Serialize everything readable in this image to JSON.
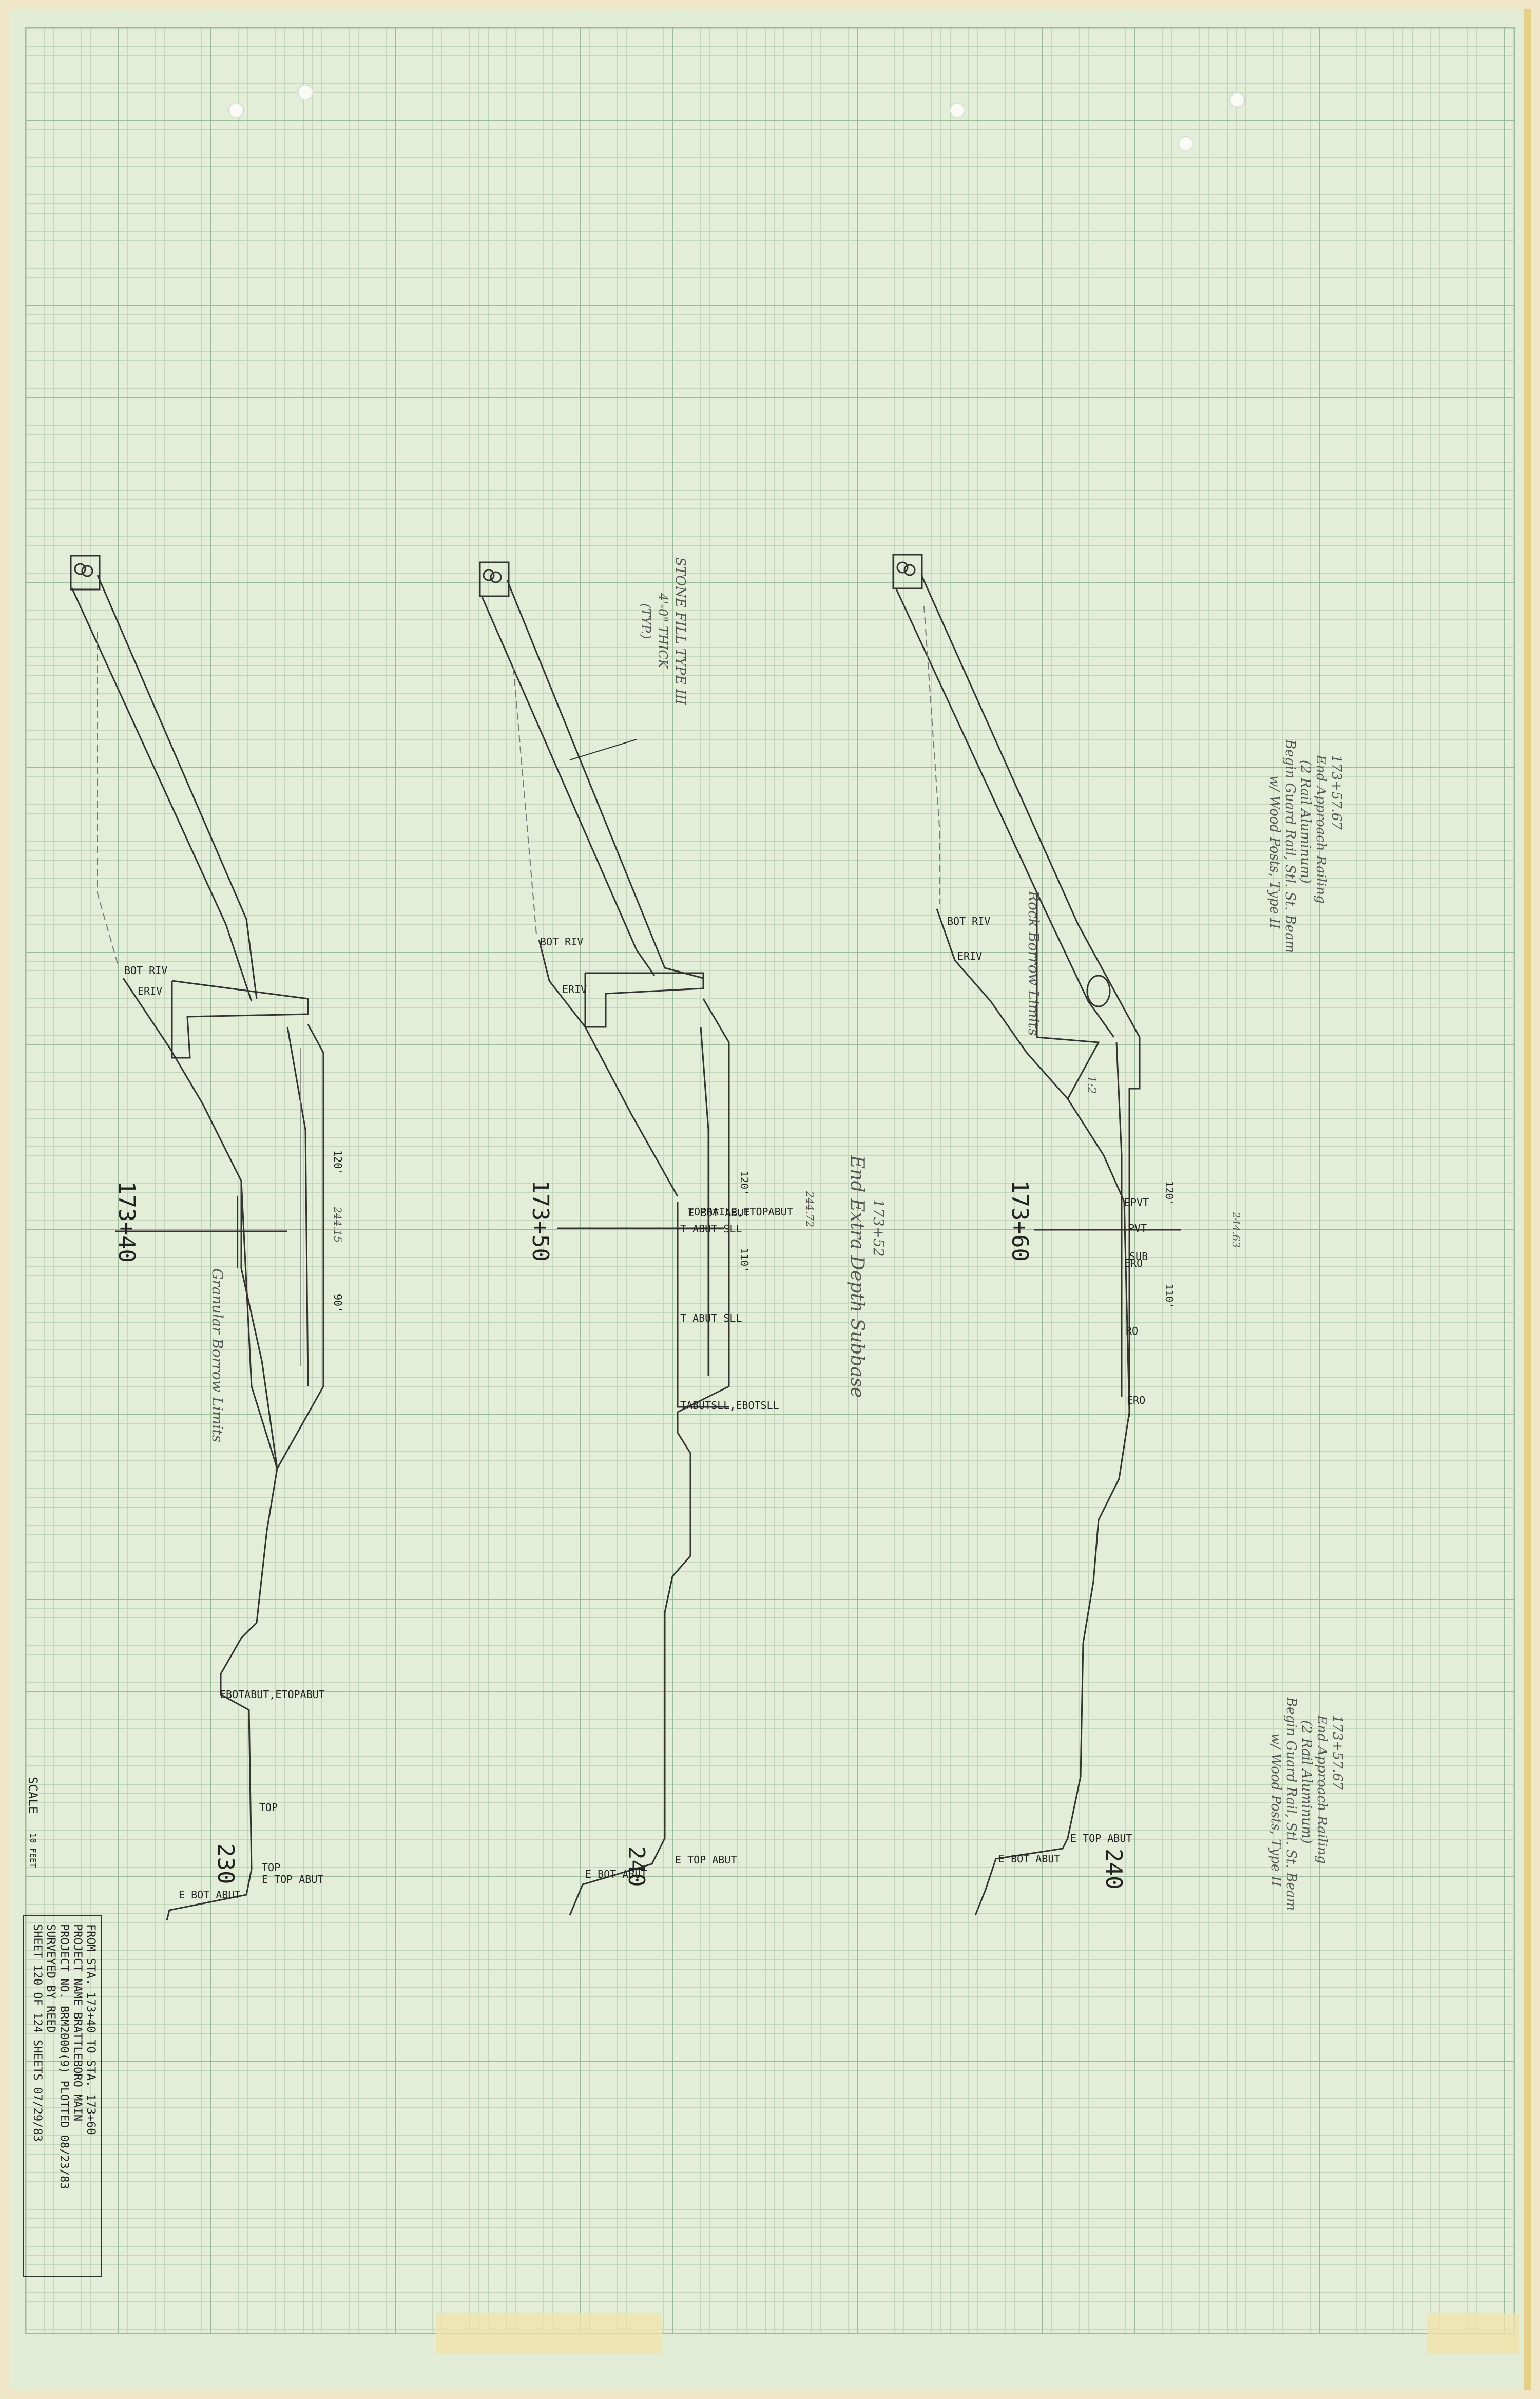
{
  "sections": [
    {
      "station": "173+40",
      "elevation": "230",
      "labels": {
        "bot_riv": "BOT RIV",
        "eriv": "ERIV",
        "ebotabut_etopabut": "EBOTABUT,ETOPABUT",
        "top": "TOP",
        "top2": "TOP",
        "e_top_abut": "E TOP ABUT",
        "e_bot_abut": "E BOT ABUT",
        "offset_left": "120'",
        "offset_right": "90'",
        "elev_note": "244.15",
        "note_granular": "Granular Borrow Limits"
      }
    },
    {
      "station": "173+50",
      "elevation": "240",
      "labels": {
        "bot_riv": "BOT RIV",
        "eriv": "ERIV",
        "top_etop": "TOPRAILE,ETOPABUT",
        "e_bot_abut_top": "E BOT ABUT",
        "t_abut_sll_1": "T ABUT SLL",
        "t_abut_sll_2": "T ABUT SLL",
        "tabut_sll_pair": "TABUTSLL,EBOTSLL",
        "e_top_abut": "E TOP ABUT",
        "e_bot_abut": "E BOT ABUT",
        "offset_left": "120'",
        "offset_right": "110'",
        "elev_note": "244.72",
        "note_stone_fill": "STONE FILL TYPE III",
        "note_stone_thk": "4'-0\" THICK",
        "note_stone_typ": "(TYP.)",
        "note_end_depth_sta": "173+52",
        "note_end_depth": "End Extra Depth Subbase"
      }
    },
    {
      "station": "173+60",
      "elevation": "240",
      "labels": {
        "bot_riv": "BOT RIV",
        "eriv": "ERIV",
        "epvt": "EPVT",
        "pvt": "PVT",
        "sub": "SUB",
        "ero": "ERO",
        "ro": "RO",
        "ero2": "ERO",
        "e_top_abut": "E TOP ABUT",
        "e_bot_abut": "E BOT ABUT",
        "offset_left": "120'",
        "offset_right": "110'",
        "elev_note": "244.63",
        "note_rock_borrow": "Rock Borrow Limits",
        "note_slope": "1:2"
      }
    }
  ],
  "side_notes": {
    "upper": [
      "173+57.67",
      "End Approach Railing",
      "(2 Rail Aluminum)",
      "Begin Guard Rail, Stl. St. Beam",
      "w/ Wood Posts, Type II"
    ],
    "lower": [
      "173+57.67",
      "End Approach Railing",
      "(2 Rail Aluminum)",
      "Begin Guard Rail, Stl. St. Beam",
      "w/ Wood Posts, Type II"
    ]
  },
  "scale": {
    "label": "SCALE",
    "value": "10 FEET"
  },
  "title_block": {
    "line1": "FROM STA.  173+40     TO STA.  173+60",
    "line2": "PROJECT NAME  BRATTLEBORO  MAIN",
    "line3": "PROJECT NO.  BRM2000(9)    PLOTTED 08/23/83",
    "line4": "SURVEYED BY  REED",
    "line5": "SHEET 120 OF 124 SHEETS      07/29/83"
  },
  "colors": {
    "grid_major": "#9bbc9a",
    "grid_minor": "#c4d6bc",
    "ink": "#222222",
    "pencil": "#555555"
  }
}
